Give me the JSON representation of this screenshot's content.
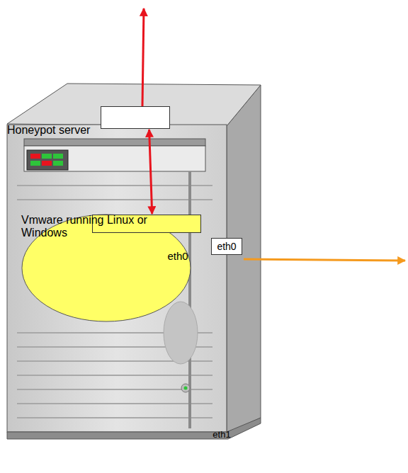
{
  "diagram": {
    "nodes": [
      {
        "text": [
          "Honeypot server"
        ]
      },
      {
        "text": [
          "eth1"
        ],
        "in": 0
      },
      {
        "text": [
          "Vmware running Linux or Windows"
        ],
        "in": 0
      },
      {
        "text": [
          "eth0"
        ],
        "in": 2
      },
      {
        "text": [
          "eth0"
        ],
        "in": 0
      }
    ],
    "edges": [
      {
        "from": 1,
        "to": 3,
        "arrow": "both"
      }
    ]
  }
}
